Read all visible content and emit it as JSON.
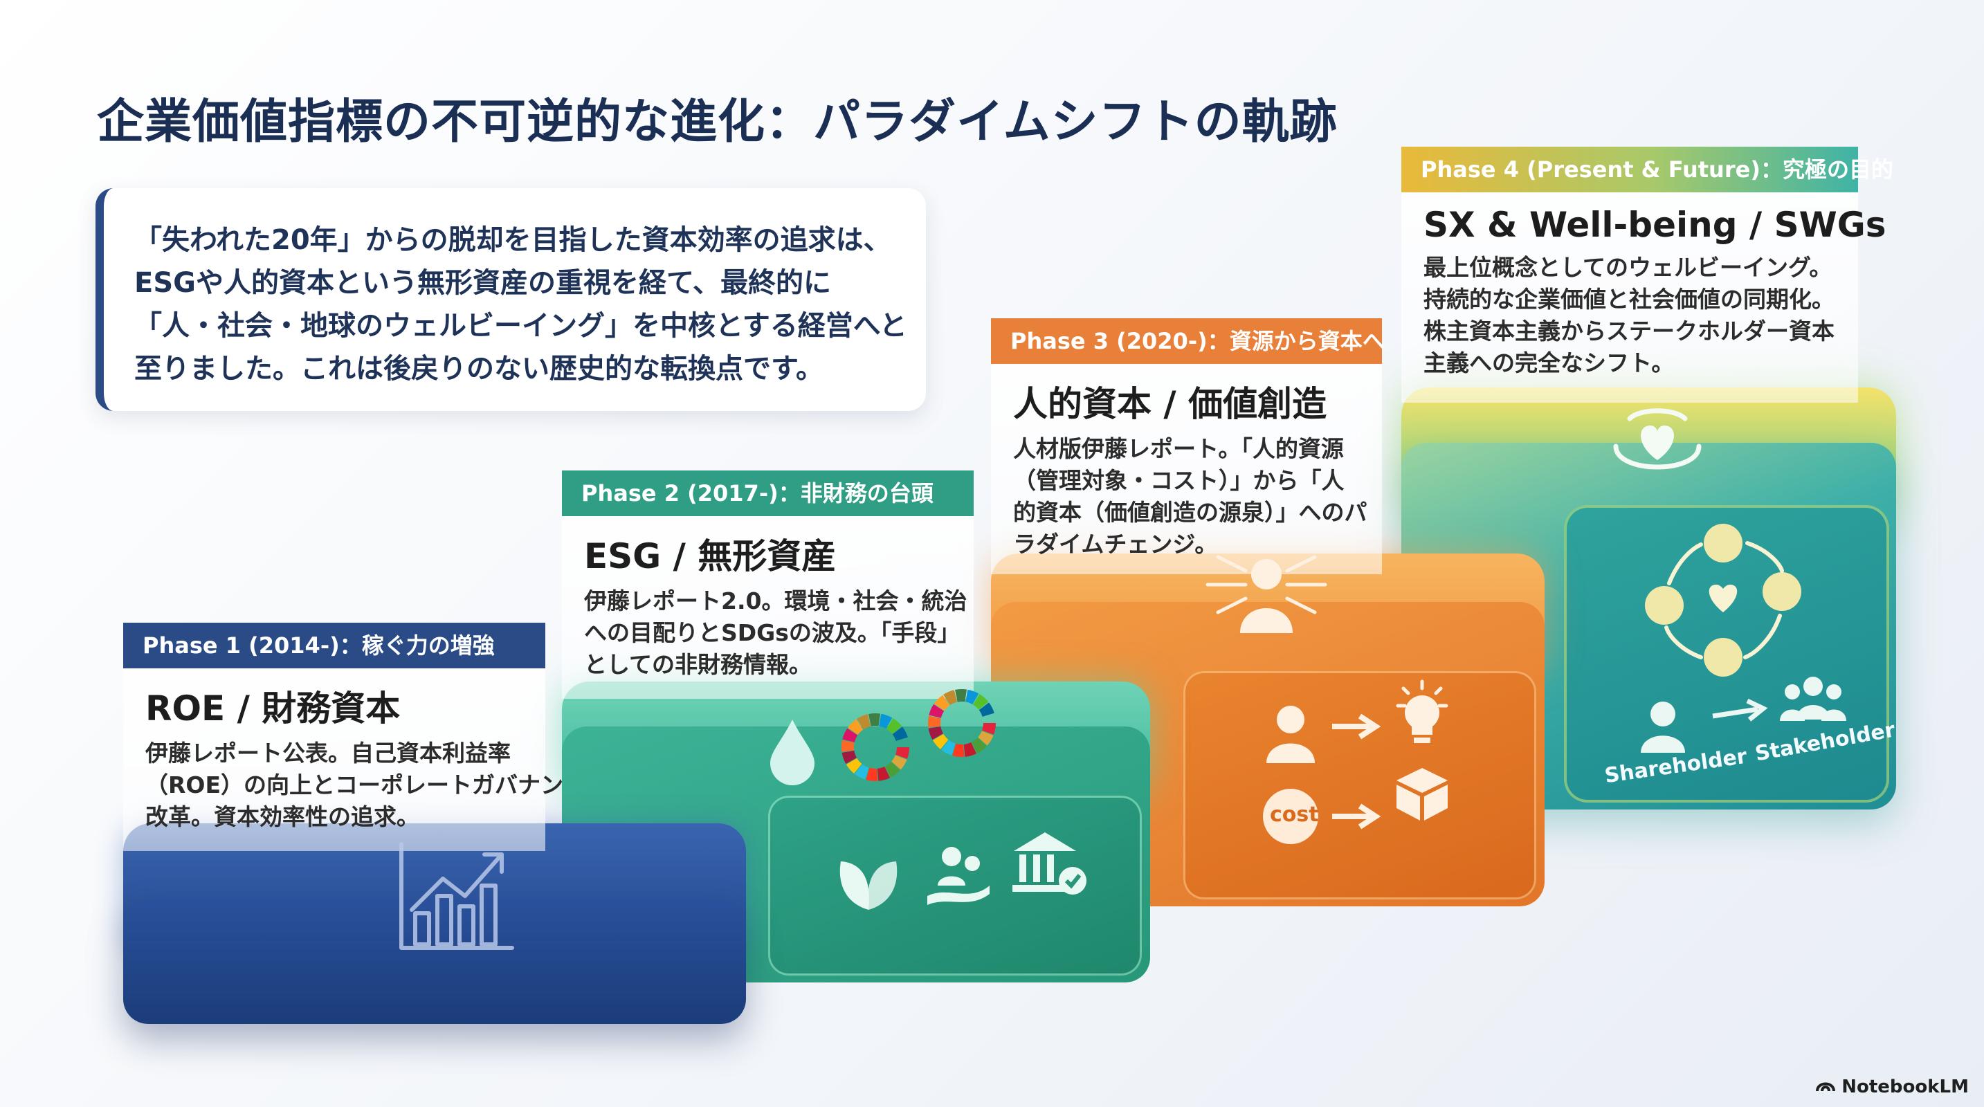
{
  "title": "企業価値指標の不可逆的な進化：パラダイムシフトの軌跡",
  "intro": {
    "lines": [
      "「失われた20年」からの脱却を目指した資本効率の追求は、",
      "ESGや人的資本という無形資産の重視を経て、最終的に",
      "「人・社会・地球のウェルビーイング」を中核とする経営へと",
      "至りました。これは後戻りのない歴史的な転換点です。"
    ]
  },
  "phases": [
    {
      "header": "Phase 1 (2014-)：稼ぐ力の増強",
      "title": "ROE / 財務資本",
      "desc": [
        "伊藤レポート公表。自己資本利益率",
        "（ROE）の向上とコーポレートガバナン",
        "改革。資本効率性の追求。"
      ],
      "color": "#2a4b86"
    },
    {
      "header": "Phase 2 (2017-)：非財務の台頭",
      "title": "ESG / 無形資産",
      "desc": [
        "伊藤レポート2.0。環境・社会・統治",
        "への目配りとSDGsの波及。「手段」",
        "としての非財務情報。"
      ],
      "color": "#2f9e85"
    },
    {
      "header": "Phase 3 (2020-)：資源から資本へ",
      "title": "人的資本 / 価値創造",
      "desc": [
        "人材版伊藤レポート。「人的資源",
        "（管理対象・コスト）」から「人",
        "的資本（価値創造の源泉）」へのパ",
        "ラダイムチェンジ。"
      ],
      "color": "#e8803a"
    },
    {
      "header": "Phase 4 (Present & Future)：究極の目的",
      "title": "SX & Well-being / SWGs",
      "desc": [
        "最上位概念としてのウェルビーイング。",
        "持続的な企業価値と社会価値の同期化。",
        "株主資本主義からステークホルダー資本",
        "主義への完全なシフト。"
      ],
      "color": "#e2b53a"
    }
  ],
  "labels": {
    "cost": "cost",
    "shareholder": "Shareholder",
    "stakeholder": "Stakeholder"
  },
  "brand": "NotebookLM"
}
